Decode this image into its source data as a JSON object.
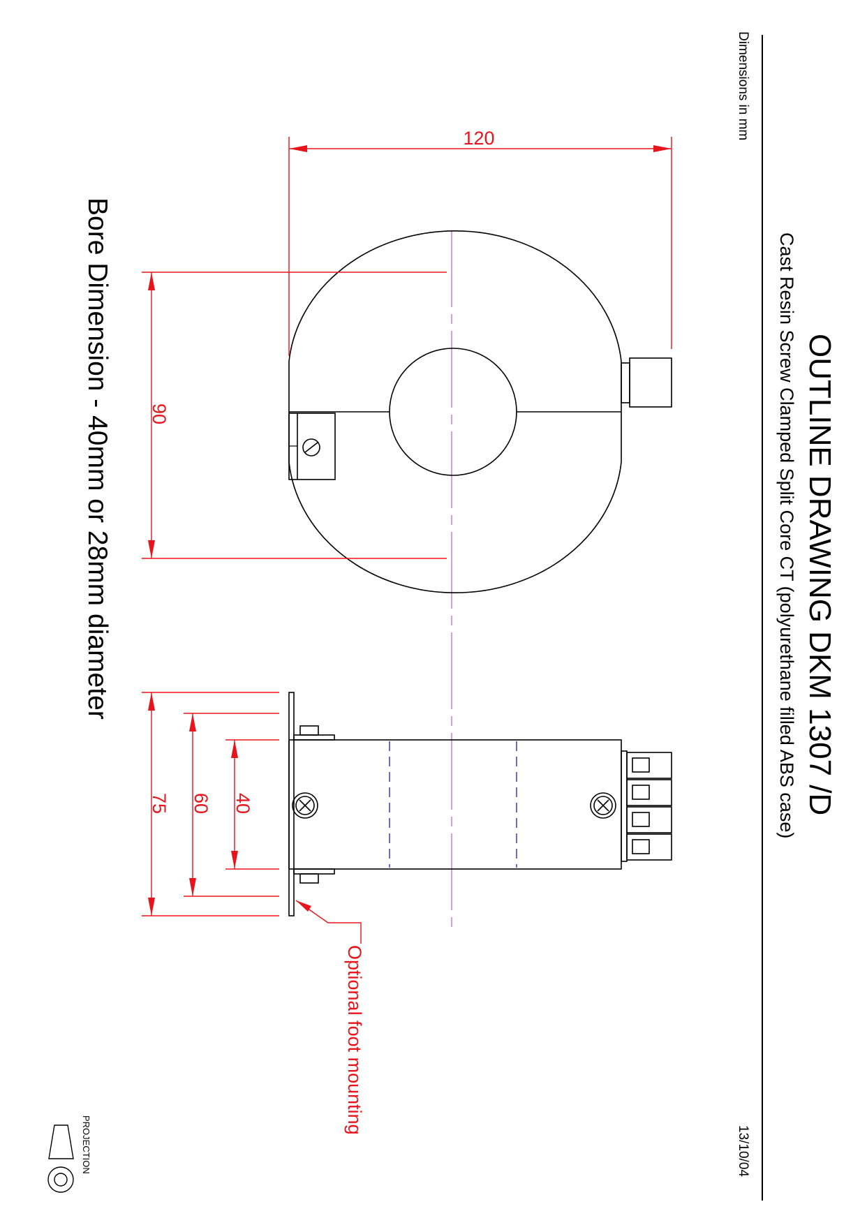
{
  "title": "OUTLINE DRAWING DKM 1307   /D",
  "subtitle": "Cast Resin Screw Clamped Split Core CT (polyurethane filled ABS case)",
  "units_note": "Dimensions in mm",
  "date": "13/10/04",
  "bore_note": "Bore Dimension - 40mm or 28mm diameter",
  "foot_note": "Optional foot mounting",
  "projection_label": "PROJECTION",
  "dimensions": {
    "overall_width": "120",
    "body_height": "90",
    "depth_overall": "75",
    "depth_foot": "60",
    "depth_body": "40"
  },
  "colors": {
    "dimension": "#e8141b",
    "outline": "#000000",
    "centerline": "#b35fd0",
    "hidden_line": "#2e2ec9"
  }
}
